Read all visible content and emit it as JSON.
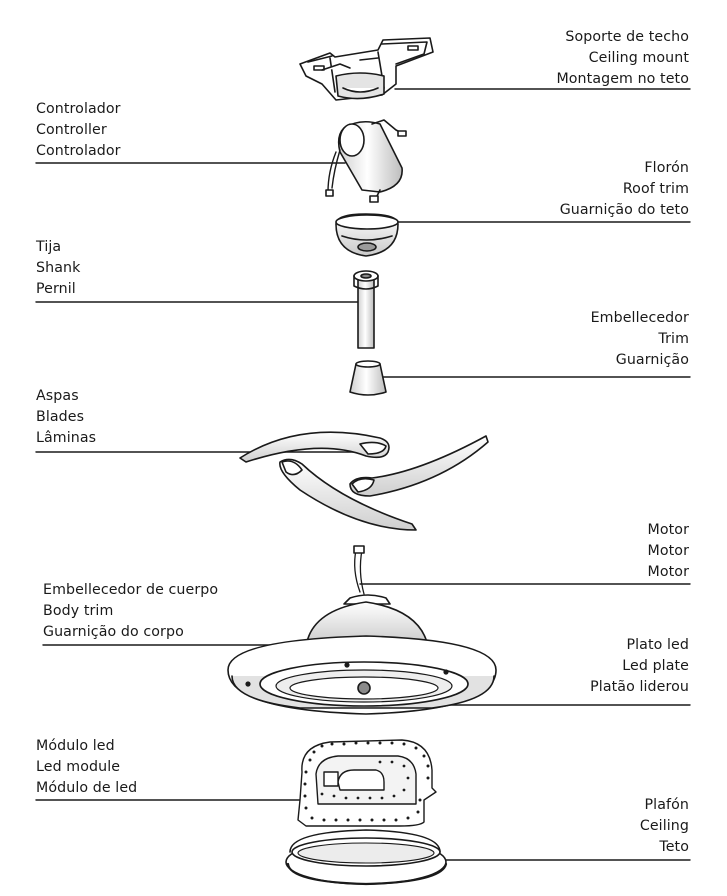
{
  "labels": {
    "ceiling_mount": [
      "Soporte de techo",
      "Ceiling mount",
      "Montagem no teto"
    ],
    "controller": [
      "Controlador",
      "Controller",
      "Controlador"
    ],
    "roof_trim": [
      "Florón",
      "Roof trim",
      "Guarnição do teto"
    ],
    "shank": [
      "Tija",
      "Shank",
      "Pernil"
    ],
    "trim": [
      "Embellecedor",
      "Trim",
      "Guarnição"
    ],
    "blades": [
      "Aspas",
      "Blades",
      "Lâminas"
    ],
    "motor": [
      "Motor",
      "Motor",
      "Motor"
    ],
    "body_trim": [
      "Embellecedor de cuerpo",
      "Body trim",
      "Guarnição do corpo"
    ],
    "led_plate": [
      "Plato led",
      "Led plate",
      "Platão liderou"
    ],
    "led_module": [
      "Módulo led",
      "Led module",
      "Módulo de led"
    ],
    "ceiling": [
      "Plafón",
      "Ceiling",
      "Teto"
    ]
  },
  "colors": {
    "ink": "#1a1a1a",
    "shade": "#d9d9d9",
    "shade_dark": "#a8a8a8",
    "paper": "#ffffff"
  }
}
